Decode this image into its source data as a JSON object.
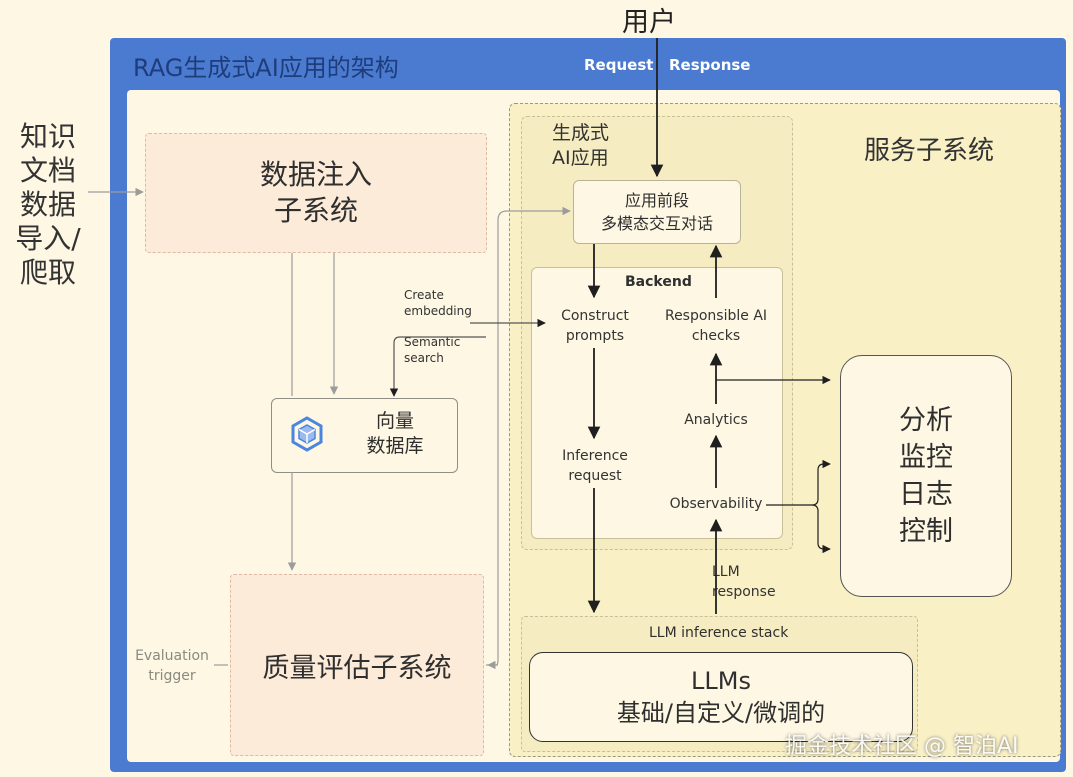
{
  "header": {
    "title": "RAG生成式AI应用的架构",
    "request": "Request",
    "response": "Response"
  },
  "user": "用户",
  "left_label": "知识\n文档\n数据\n导入/\n爬取",
  "ingest": "数据注入\n子系统",
  "vectordb": "向量\n数据库",
  "create_embedding": "Create\nembedding",
  "semantic_search": "Semantic\nsearch",
  "evaluation_trigger": "Evaluation\ntrigger",
  "quality": "质量评估子系统",
  "serving_title": "服务子系统",
  "genai_title": "生成式\nAI应用",
  "frontend": "应用前段\n多模态交互对话",
  "backend": {
    "title": "Backend",
    "construct_prompts": "Construct\nprompts",
    "inference_request": "Inference\nrequest",
    "responsible_ai": "Responsible AI\nchecks",
    "analytics": "Analytics",
    "observability": "Observability"
  },
  "llm_response": "LLM\nresponse",
  "analytics_box": "分析\n监控\n日志\n控制",
  "stack_title": "LLM inference stack",
  "llms": "LLMs\n基础/自定义/微调的",
  "watermark": "掘金技术社区 @ 智泊AI",
  "colors": {
    "frame": "#4a7bd0",
    "background": "#fdf7e3",
    "ingest_fill": "#fcebd8"
  }
}
